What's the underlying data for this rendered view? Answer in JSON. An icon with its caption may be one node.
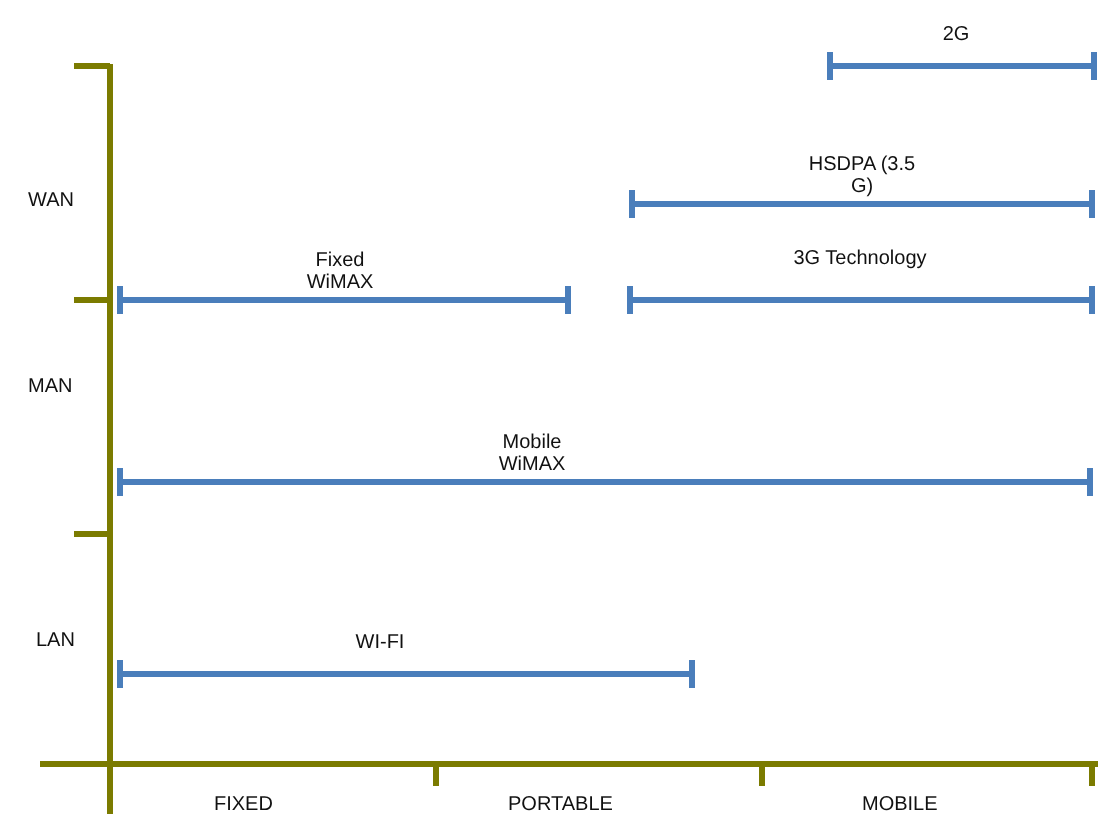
{
  "diagram": {
    "nodes": [
      {
        "text": [
          "2G"
        ]
      },
      {
        "text": [
          "HSDPA (3.5 G)"
        ]
      },
      {
        "text": [
          "Fixed WiMAX"
        ]
      },
      {
        "text": [
          "3G Technology"
        ]
      },
      {
        "text": [
          "Mobile WiMAX"
        ]
      },
      {
        "text": [
          "WI-FI"
        ]
      }
    ],
    "labels": [
      "WAN",
      "MAN",
      "LAN",
      "FIXED",
      "PORTABLE",
      "MOBILE"
    ]
  }
}
